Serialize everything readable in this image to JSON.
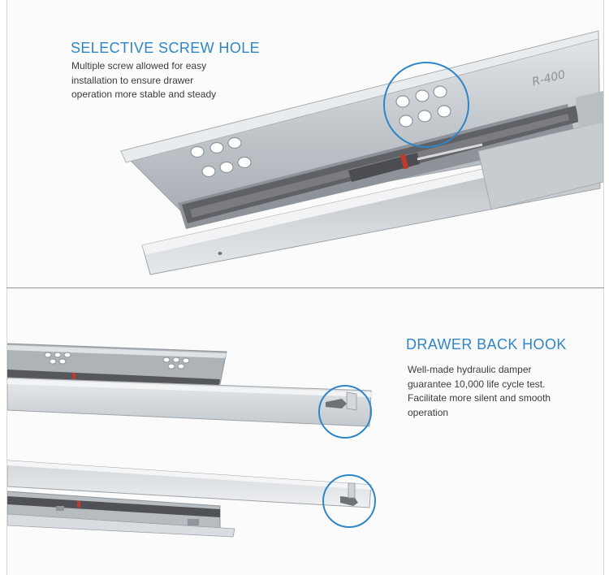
{
  "section1": {
    "title": "SELECTIVE SCREW HOLE",
    "lines": [
      "Multiple screw allowed for easy",
      "installation to ensure drawer",
      "operation more stable and steady"
    ],
    "stamp": "R-400"
  },
  "section2": {
    "title": "DRAWER BACK HOOK",
    "lines": [
      "Well-made hydraulic damper",
      "guarantee 10,000 life cycle test.",
      "Facilitate more silent and smooth",
      "operation"
    ]
  },
  "colors": {
    "accent": "#2e86c6",
    "text": "#3c3c3c",
    "steel": "#c9ced3",
    "rail_dark": "#5f6166"
  }
}
